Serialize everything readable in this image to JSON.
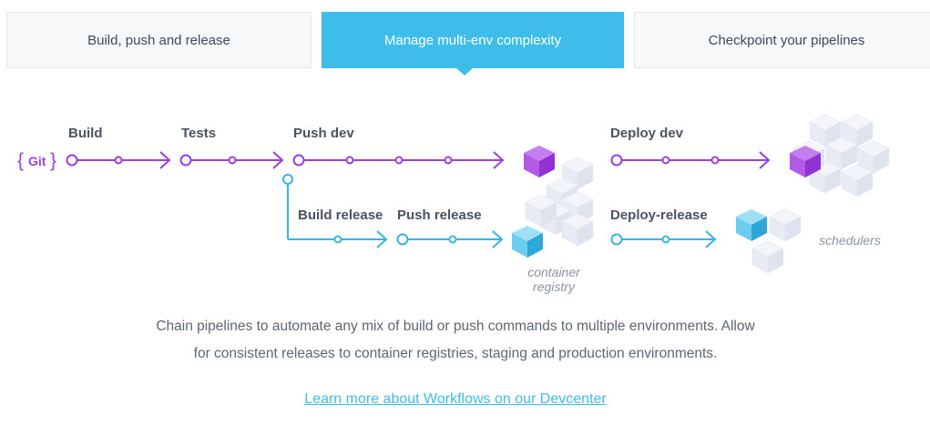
{
  "tabs": [
    {
      "label": "Build, push and release",
      "active": false
    },
    {
      "label": "Manage multi-env complexity",
      "active": true
    },
    {
      "label": "Checkpoint your pipelines",
      "active": false
    }
  ],
  "diagram": {
    "git": "Git",
    "braces": {
      "open": "{",
      "close": "}"
    },
    "stages": {
      "build": "Build",
      "tests": "Tests",
      "push_dev": "Push dev",
      "build_release": "Build release",
      "push_release": "Push release",
      "deploy_dev": "Deploy dev",
      "deploy_release": "Deploy-release"
    },
    "targets": {
      "container_registry_line1": "container",
      "container_registry_line2": "registry",
      "schedulers": "schedulers"
    },
    "colors": {
      "purple": "#9d3fdb",
      "blue": "#3ab4e0",
      "cube_grey": "#e6e9f2"
    }
  },
  "description": {
    "line1": "Chain pipelines to automate any mix of build or push commands to multiple environments. Allow",
    "line2": "for consistent releases to container registries, staging and production environments."
  },
  "link": {
    "label": "Learn more about Workflows on our Devcenter"
  }
}
